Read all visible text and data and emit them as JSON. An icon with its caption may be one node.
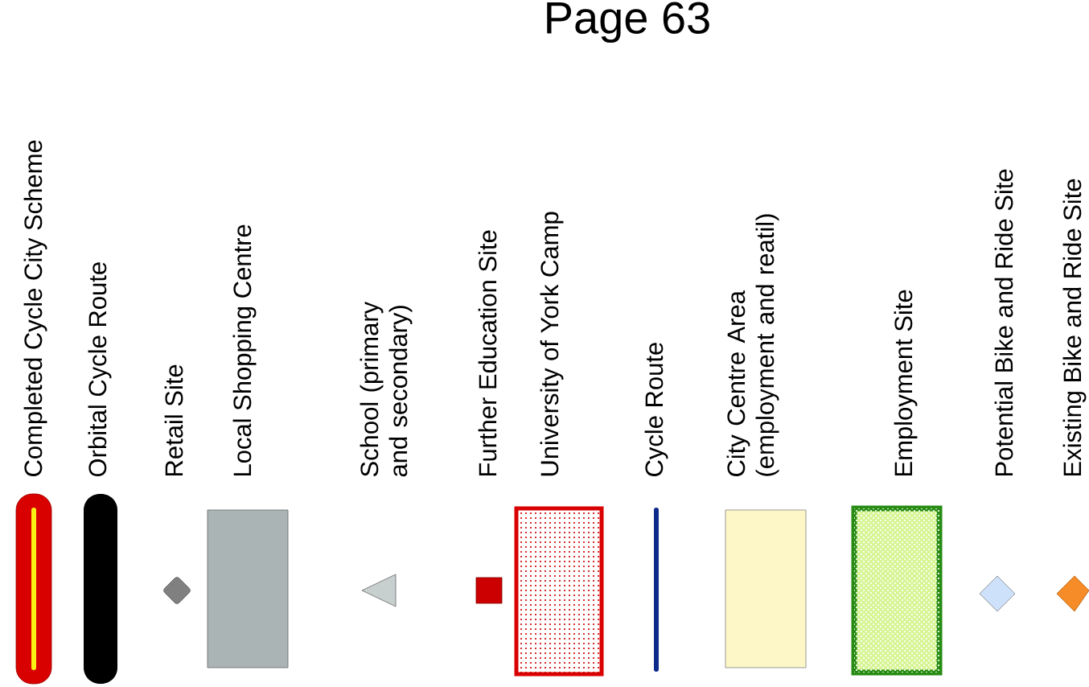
{
  "diagram": {
    "title": "Page 63",
    "legend": [
      {
        "text": "Completed Cycle City Scheme"
      },
      {
        "text": "Orbital Cycle Route"
      },
      {
        "text": "Retail Site"
      },
      {
        "text": "Local Shopping Centre",
        "color": "#aab4b4"
      },
      {
        "text": "School (primary and secondary)"
      },
      {
        "text": "Further Education Site"
      },
      {
        "text": "University of York Camp"
      },
      {
        "text": "Cycle Route"
      },
      {
        "text": "City Centre Area (employment and reatil)",
        "color": "#fdf7c8"
      },
      {
        "text": "Employment Site"
      },
      {
        "text": "Potential Bike and Ride Site"
      },
      {
        "text": "Existing Bike and Ride Site"
      }
    ]
  }
}
